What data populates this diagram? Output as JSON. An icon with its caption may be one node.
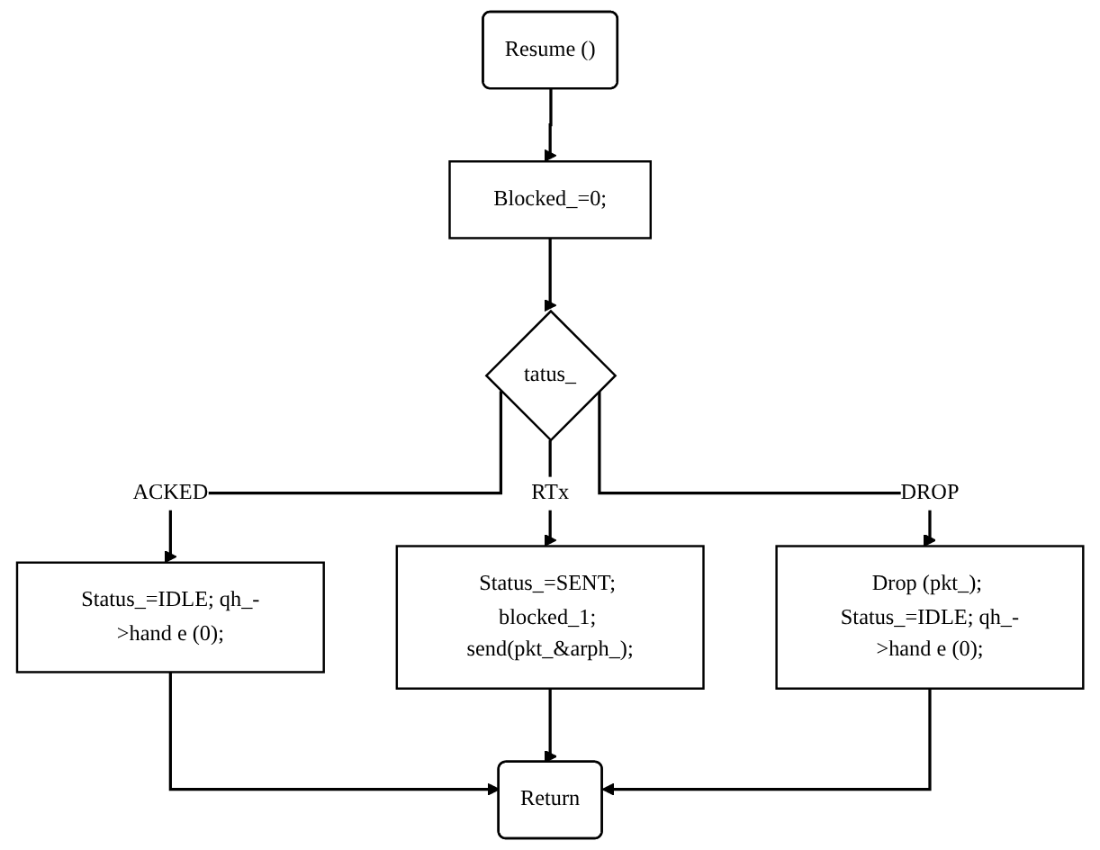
{
  "diagram": {
    "nodes": [
      {
        "text": [
          "Resume ()"
        ]
      },
      {
        "text": [
          "Blocked_=0;"
        ]
      },
      {
        "text": [
          "tatus_"
        ]
      },
      {
        "text": [
          "Status_=IDLE; qh_->hand e (0);"
        ]
      },
      {
        "text": [
          "Status_=SENT; blocked_1; send(pkt_&arph_);"
        ]
      },
      {
        "text": [
          "Drop (pkt_); Status_=IDLE; qh_->hand e (0);"
        ]
      },
      {
        "text": [
          "Return"
        ]
      }
    ],
    "edges": [
      {
        "from": 0,
        "to": 1,
        "arrow": "to"
      },
      {
        "from": 1,
        "to": 2,
        "arrow": "to"
      },
      {
        "from": 2,
        "to": 3,
        "label": "ACKED",
        "arrow": "to"
      },
      {
        "from": 2,
        "to": 4,
        "label": "RTx",
        "arrow": "to"
      },
      {
        "from": 2,
        "to": 5,
        "label": "DROP",
        "arrow": "to"
      },
      {
        "from": 3,
        "to": 6,
        "arrow": "to"
      },
      {
        "from": 4,
        "to": 6,
        "arrow": "to"
      },
      {
        "from": 5,
        "to": 6,
        "arrow": "to"
      }
    ]
  }
}
